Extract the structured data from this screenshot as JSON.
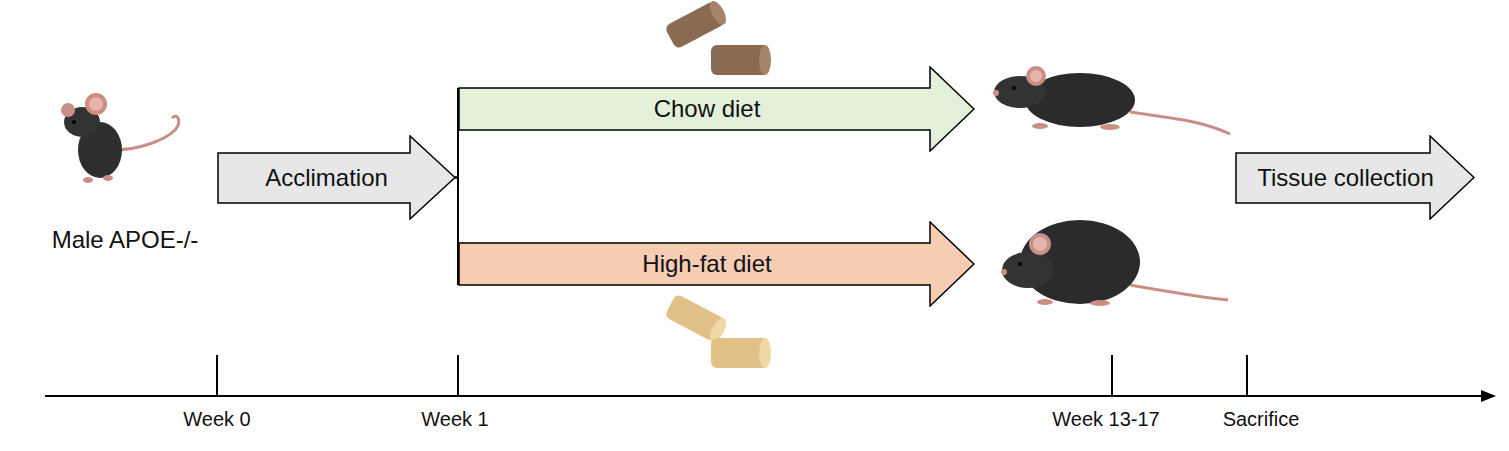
{
  "diagram": {
    "nodes": [
      {
        "text": [
          "Acclimation"
        ]
      },
      {
        "text": [
          "Chow diet"
        ]
      },
      {
        "text": [
          "High-fat diet"
        ]
      },
      {
        "text": [
          "Tissue collection"
        ]
      }
    ],
    "edges": [
      {
        "from": 0,
        "to": 1,
        "arrow": "none"
      },
      {
        "from": 0,
        "to": 2,
        "arrow": "none"
      }
    ],
    "labels": [
      "Male APOE-/-",
      "Week 0",
      "Week 1",
      "Week 13-17",
      "Sacrifice"
    ]
  }
}
